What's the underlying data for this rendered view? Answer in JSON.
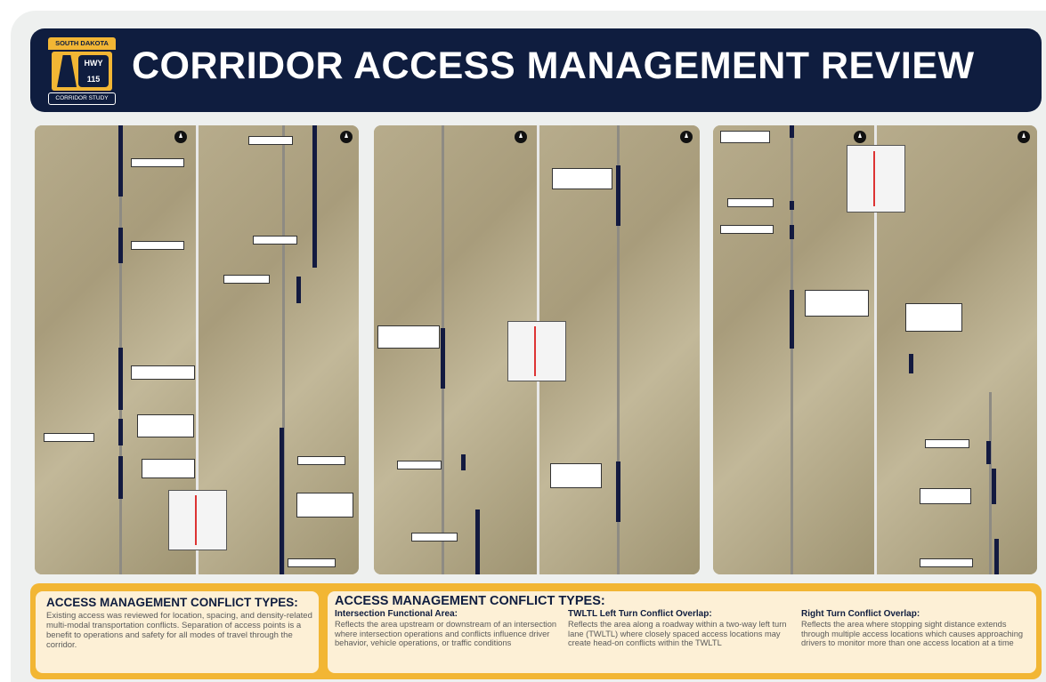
{
  "header": {
    "title": "CORRIDOR ACCESS MANAGEMENT REVIEW",
    "logo": {
      "state": "SOUTH DAKOTA",
      "hwy": "HWY",
      "number": "115",
      "subtitle": "CORRIDOR STUDY"
    }
  },
  "legend_left": {
    "heading": "ACCESS MANAGEMENT CONFLICT TYPES:",
    "body": "Existing access was reviewed for location, spacing, and density-related multi-modal transportation conflicts. Separation of access points is a benefit to operations and safety for all modes of travel through the corridor."
  },
  "legend_right": {
    "heading": "ACCESS MANAGEMENT CONFLICT TYPES:",
    "types": [
      {
        "title": "Intersection Functional Area:",
        "description": "Reflects the area upstream or downstream of an intersection where intersection operations and conflicts influence driver behavior, vehicle operations, or traffic conditions"
      },
      {
        "title": "TWLTL Left Turn Conflict Overlap:",
        "description": "Reflects the area along a roadway within a two-way left turn lane (TWLTL) where closely spaced access locations may create head-on conflicts within the TWLTL"
      },
      {
        "title": "Right Turn Conflict Overlap:",
        "description": "Reflects the area where stopping sight distance extends through multiple access locations which causes approaching drivers to monitor more than one access location at a time"
      }
    ]
  },
  "colors": {
    "navy": "#0f1d3f",
    "gold": "#f2b634",
    "cream": "#fdf0d6",
    "segment": "#131a40"
  },
  "icons": [
    "north-arrow-icon",
    "highway-shield-icon"
  ]
}
